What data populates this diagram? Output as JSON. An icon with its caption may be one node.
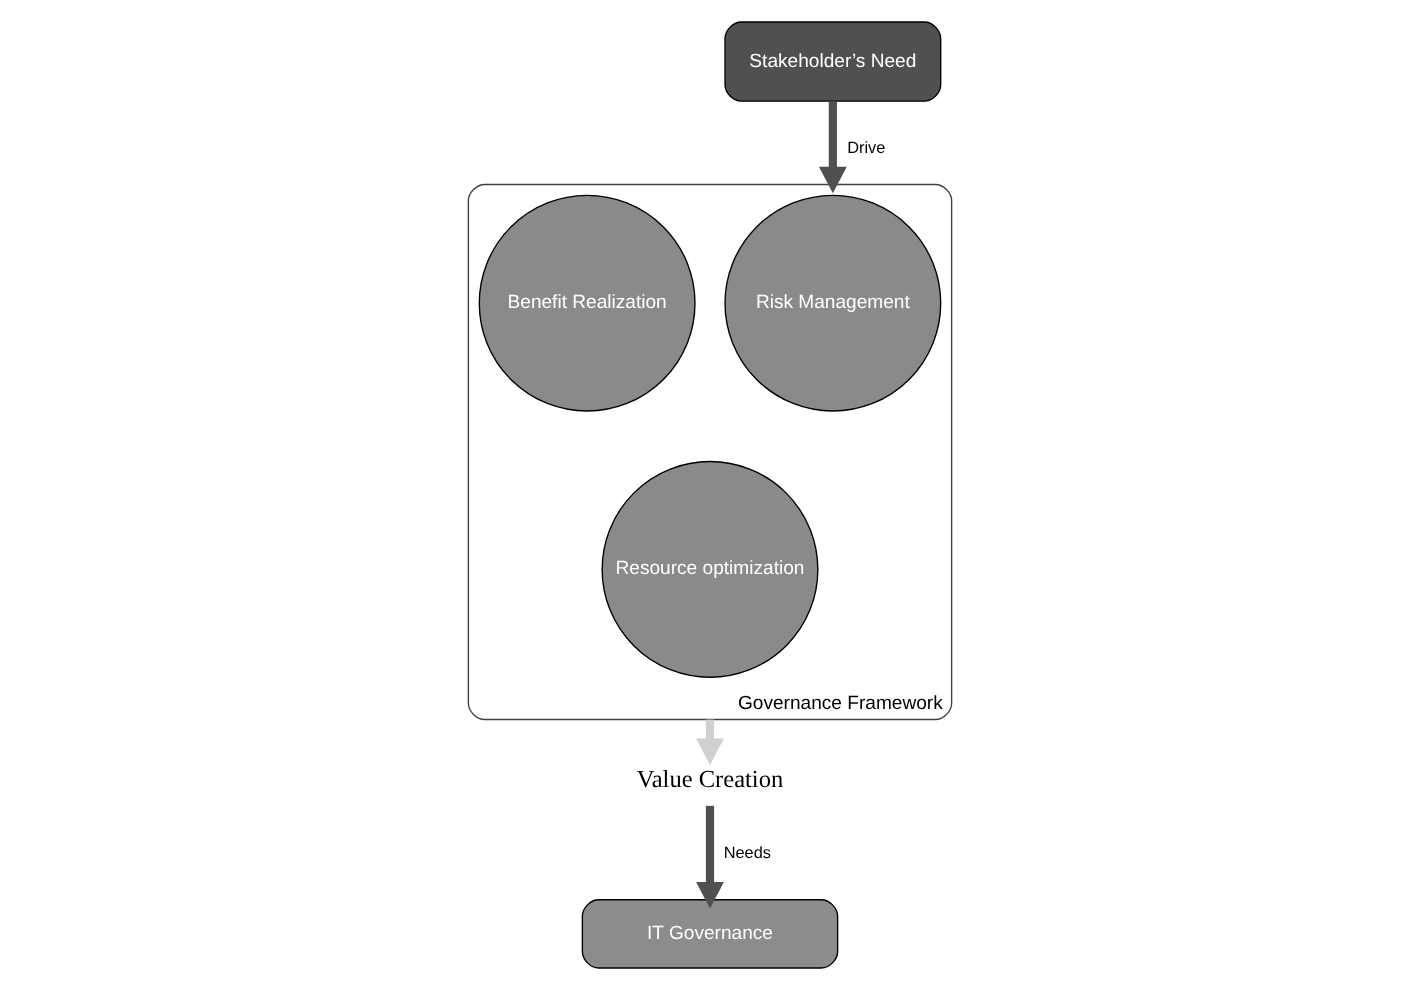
{
  "diagram": {
    "nodes": [
      {
        "text": [
          "Stakeholder’s Need"
        ]
      },
      {
        "text": [
          "Governance Framework"
        ]
      },
      {
        "text": [
          "Risk Management"
        ],
        "in": 1
      },
      {
        "text": [
          "Benefit Realization"
        ],
        "in": 1
      },
      {
        "text": [
          "Resource optimization"
        ],
        "in": 1
      },
      {
        "text": [
          "Value Creation"
        ]
      },
      {
        "text": [
          "IT Governance"
        ]
      }
    ],
    "edges": [
      {
        "from": 0,
        "to": 1,
        "arrow": "to",
        "label": "Drive"
      },
      {
        "from": 1,
        "to": 5,
        "arrow": "to",
        "color": "#d0d0d0"
      },
      {
        "from": 5,
        "to": 6,
        "arrow": "to",
        "label": "Needs"
      }
    ]
  }
}
